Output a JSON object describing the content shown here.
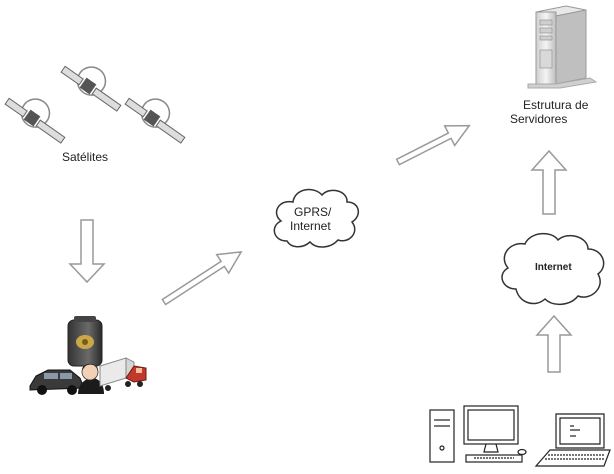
{
  "diagram": {
    "satellites_label": "Satélites",
    "cloud_center_line1": "GPRS/",
    "cloud_center_line2": "Internet",
    "server_label_line1": "Estrutura de",
    "server_label_line2": "Servidores",
    "cloud_right_label": "Internet"
  },
  "icons": {
    "satellite": "satellite-icon",
    "tracker": "gps-tracker-icon",
    "car": "car-icon",
    "truck": "truck-icon",
    "person": "person-icon",
    "server": "server-tower-icon",
    "desktop": "desktop-computer-icon",
    "laptop": "laptop-icon"
  }
}
